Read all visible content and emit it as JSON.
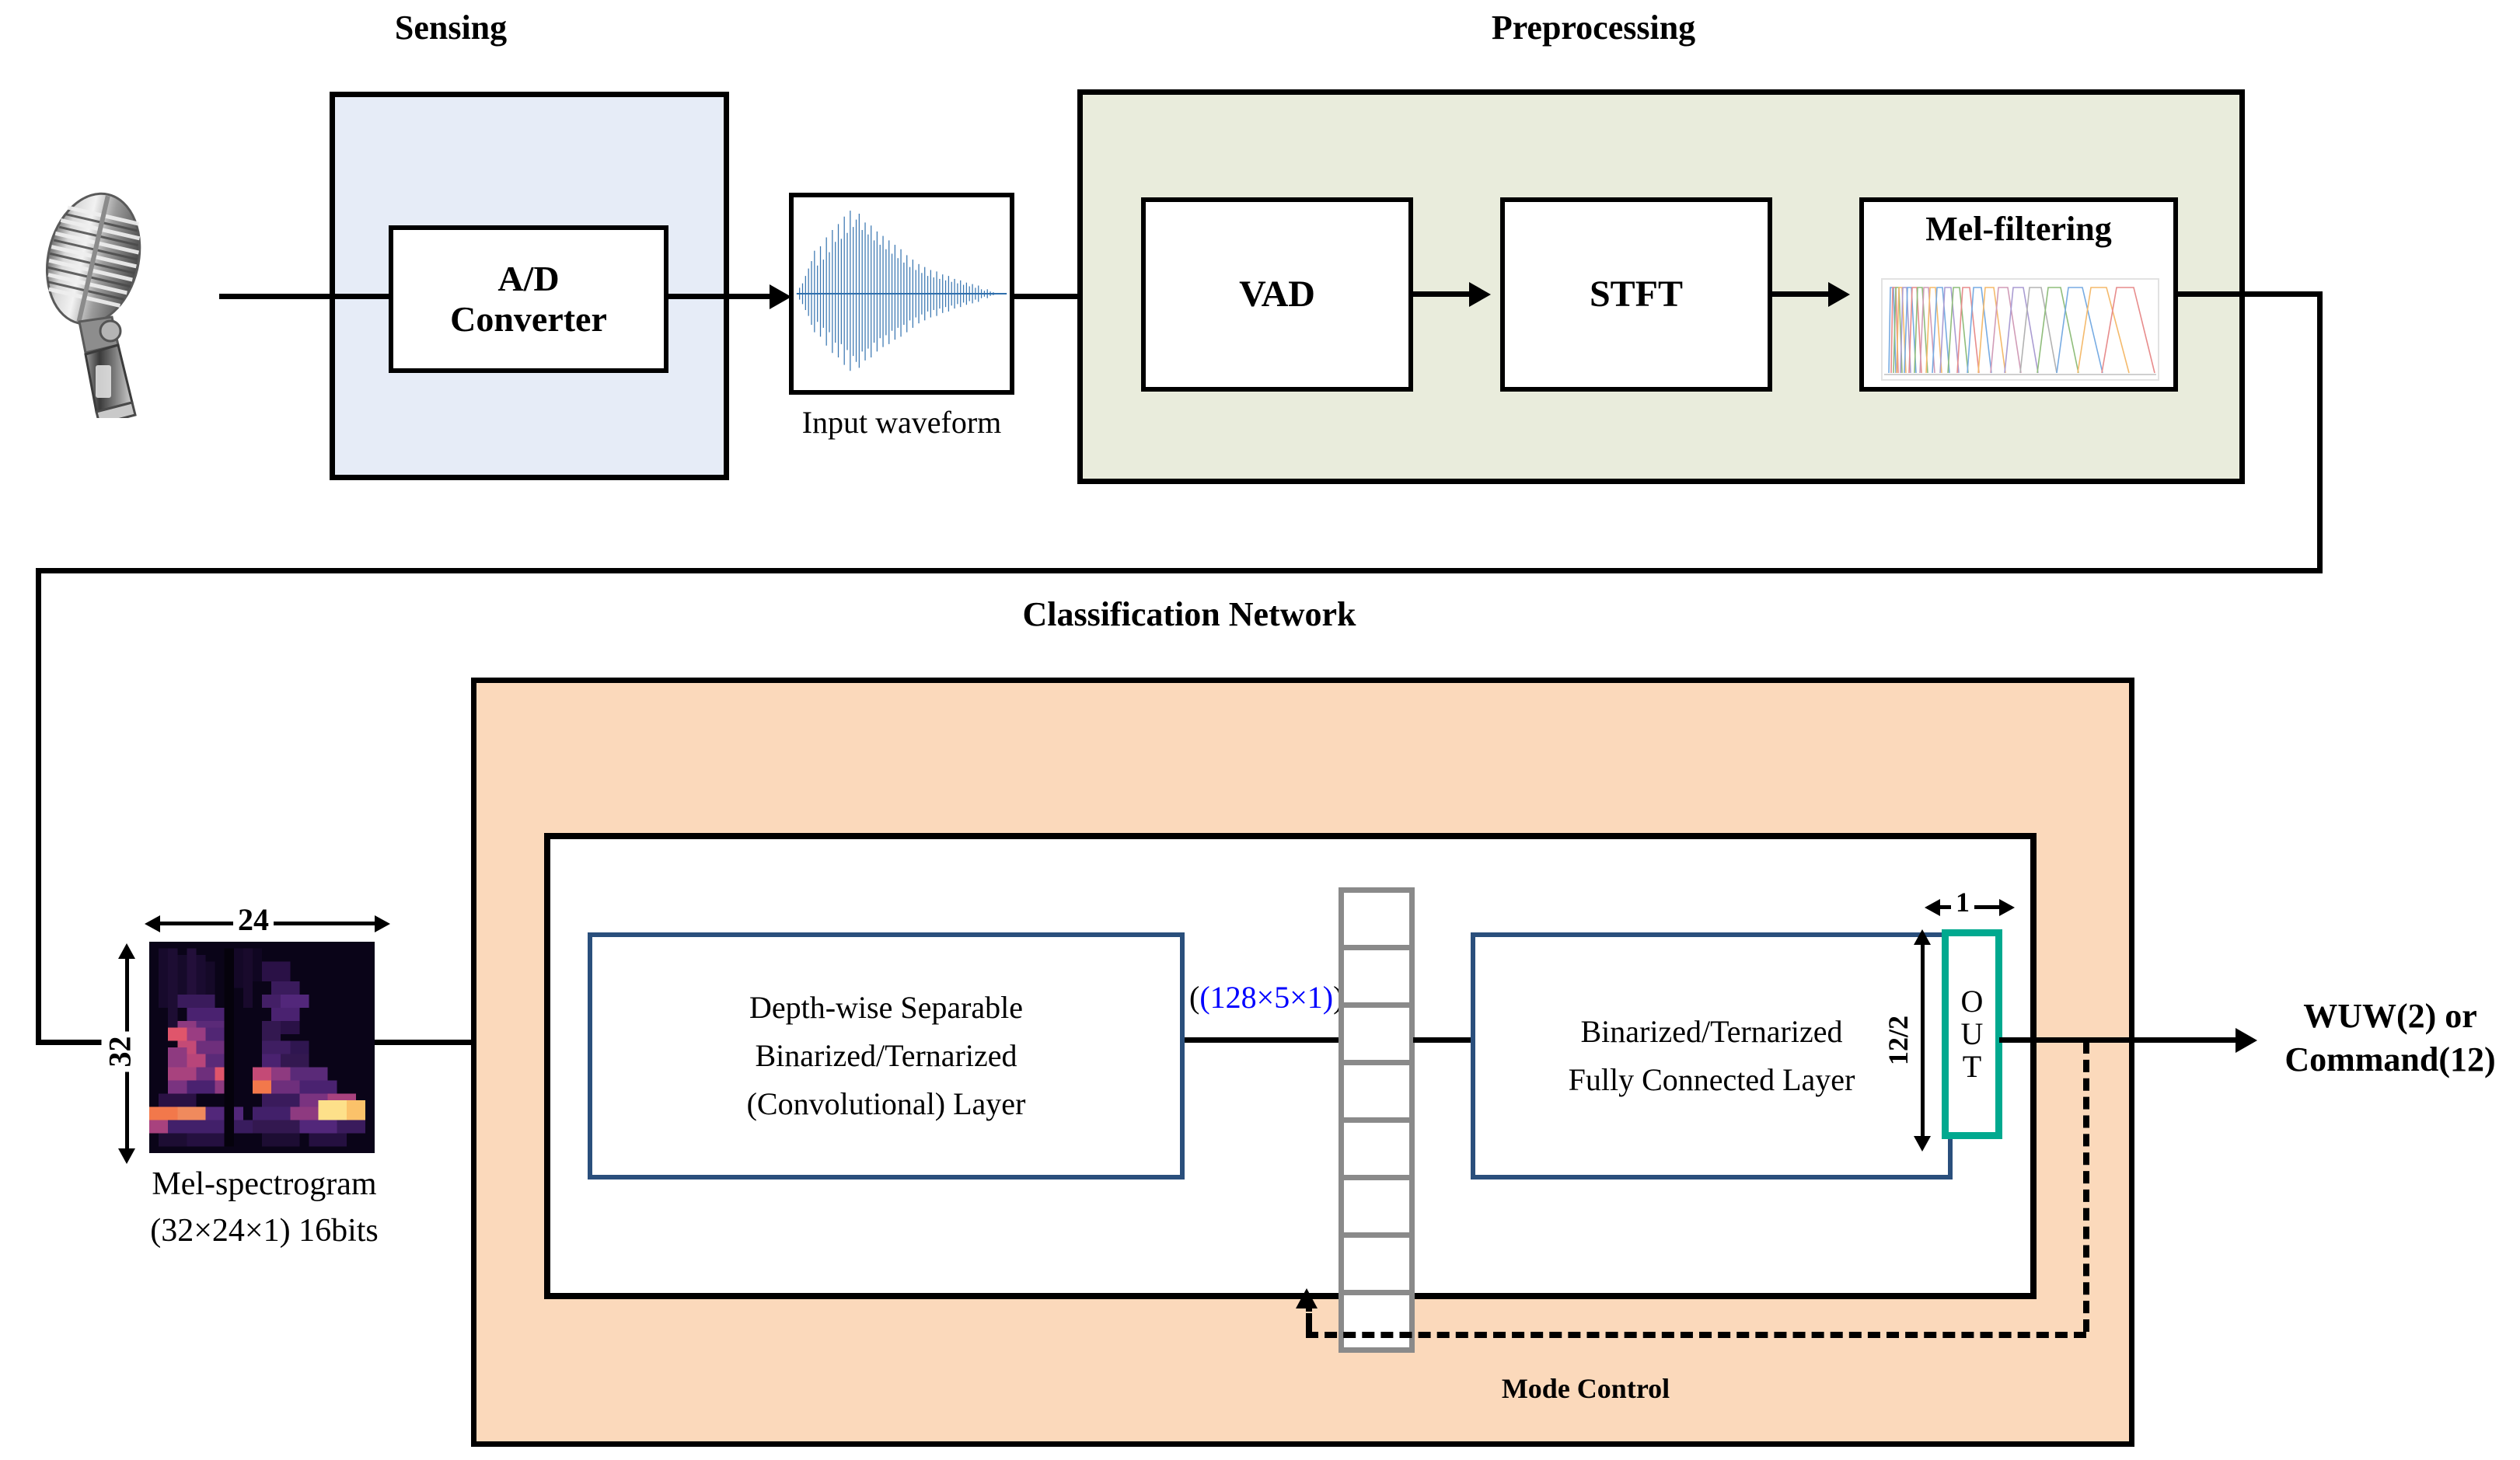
{
  "figure": {
    "type": "system-block-diagram",
    "title": "Keyword-spotting pipeline"
  },
  "sections": [
    {
      "id": "sensing",
      "title": "Sensing",
      "fill": "#e6ecf7"
    },
    {
      "id": "preprocessing",
      "title": "Preprocessing",
      "fill": "#e9ecdc"
    },
    {
      "id": "classification",
      "title": "Classification Network",
      "fill": "#fbd9bb"
    }
  ],
  "sensing": {
    "title": "Sensing",
    "microphone_label": "microphone-icon",
    "blocks": [
      {
        "id": "adc",
        "label": "A/D\nConverter",
        "line1": "A/D",
        "line2": "Converter"
      }
    ]
  },
  "waveform": {
    "caption": "Input waveform",
    "color": "#2f6fad"
  },
  "preprocessing": {
    "title": "Preprocessing",
    "blocks": [
      {
        "id": "vad",
        "label": "VAD"
      },
      {
        "id": "stft",
        "label": "STFT"
      },
      {
        "id": "mel",
        "label": "Mel-filtering"
      }
    ]
  },
  "melspectrogram": {
    "caption": "Mel-spectrogram",
    "shape": "(32×24×1) 16bits",
    "width_label": "24",
    "height_label": "32",
    "shape_color": "#0000ff"
  },
  "classification": {
    "title": "Classification Network",
    "conv_block": {
      "line1": "Depth-wise Separable",
      "line2": "Binarized/Ternarized",
      "line3": "(Convolutional) Layer",
      "border_color": "#2a4f7c"
    },
    "feature_map_label": "(128×5×1)",
    "feature_map_label_color": "#0000ff",
    "feature_stack_cells": 8,
    "fc_block": {
      "line1": "Binarized/Ternarized",
      "line2": "Fully Connected Layer",
      "border_color": "#2a4f7c"
    },
    "out_block": {
      "label": "OUT",
      "letters": [
        "O",
        "U",
        "T"
      ],
      "border_color": "#00a98f",
      "height_label": "12/2",
      "width_label": "1"
    },
    "mode_control_label": "Mode Control"
  },
  "output": {
    "line1": "WUW(2) or",
    "line2": "Command(12)"
  }
}
